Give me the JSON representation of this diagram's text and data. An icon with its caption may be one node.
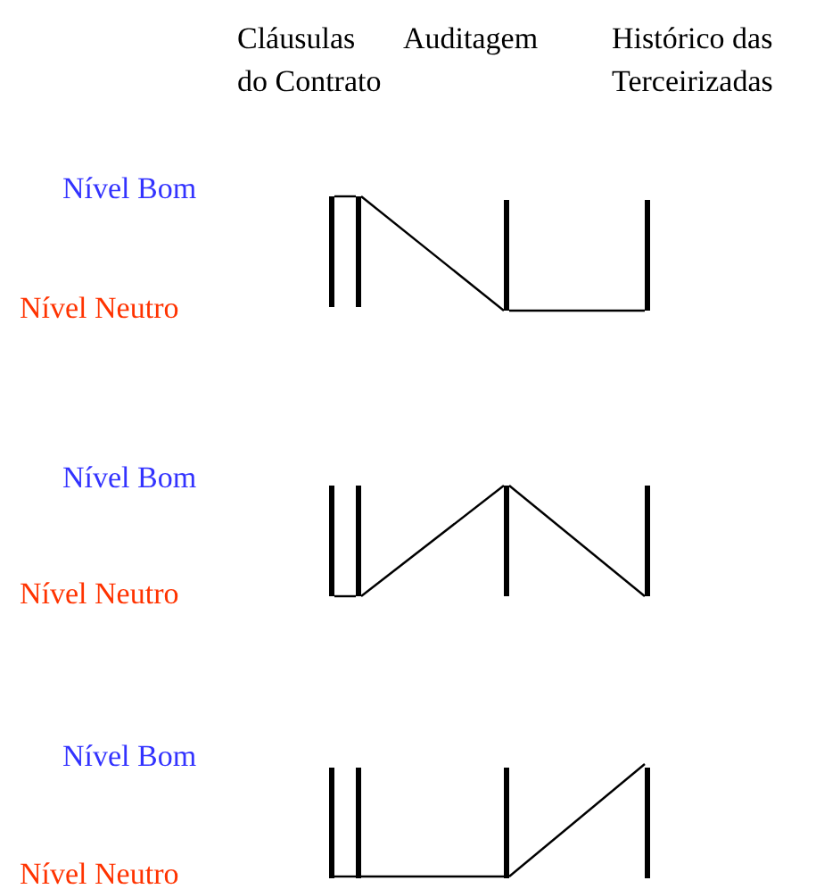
{
  "diagram": {
    "nodes": [
      {
        "text": [],
        "shape": "bar"
      },
      {
        "text": [],
        "shape": "bar"
      },
      {
        "text": [],
        "shape": "bar"
      },
      {
        "text": [],
        "shape": "bar"
      },
      {
        "text": [],
        "shape": "bar"
      },
      {
        "text": [],
        "shape": "bar"
      },
      {
        "text": [],
        "shape": "bar"
      },
      {
        "text": [],
        "shape": "bar"
      },
      {
        "text": [],
        "shape": "bar"
      },
      {
        "text": [],
        "shape": "bar"
      },
      {
        "text": [],
        "shape": "bar"
      },
      {
        "text": [],
        "shape": "bar"
      }
    ],
    "edges": [
      {
        "from": 0,
        "to": 1,
        "arrow": "none"
      },
      {
        "from": 1,
        "to": 2,
        "arrow": "none"
      },
      {
        "from": 2,
        "to": 3,
        "arrow": "none"
      },
      {
        "from": 4,
        "to": 5,
        "arrow": "none"
      },
      {
        "from": 5,
        "to": 6,
        "arrow": "none"
      },
      {
        "from": 6,
        "to": 7,
        "arrow": "none"
      },
      {
        "from": 8,
        "to": 9,
        "arrow": "none"
      },
      {
        "from": 9,
        "to": 10,
        "arrow": "none"
      },
      {
        "from": 10,
        "to": 11,
        "arrow": "none"
      }
    ],
    "labels": [
      "Cláusulas do Contrato",
      "Auditagem",
      "Histórico das Terceirizadas",
      "Nível Bom",
      "Nível Neutro",
      "Nível Bom",
      "Nível Neutro",
      "Nível Bom",
      "Nível Neutro"
    ]
  }
}
